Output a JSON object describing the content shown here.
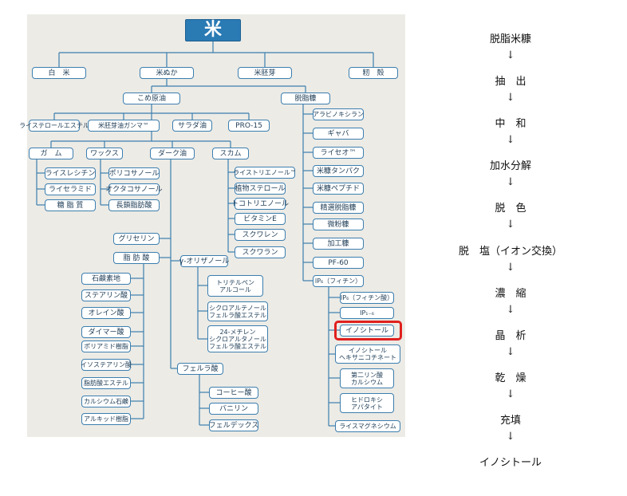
{
  "tree": {
    "root": "米",
    "nodes": {
      "hakumai": "白　米",
      "komenuka": "米ぬか",
      "haiga": "米胚芽",
      "momi": "籾　殻",
      "komeabura": "こめ原油",
      "dasshi": "脱脂糠",
      "sterol": "ライステロールエステル",
      "gamma": "米胚芽油ガンマ™",
      "salad": "サラダ油",
      "pro15": "PRO-15",
      "gum": "ガ　ム",
      "wax": "ワックス",
      "darkoil": "ダーク油",
      "scum": "スカム",
      "lecithin": "ライスレシチン",
      "ceramide": "ライセラミド",
      "toshishitsu": "糖 脂 質",
      "policosanol": "ポリコサノール",
      "octacosanol": "オクタコサノール",
      "choshaku": "長鎖脂肪酸",
      "tocotrienol_r": "ライストリエノール™",
      "phytosterol": "植物ステロール",
      "tocotrienol": "トコトリエノール",
      "vitamine": "ビタミンE",
      "squalene": "スクワレン",
      "squalane": "スクワラン",
      "glycerin": "グリセリン",
      "fattyacid": "脂 肪 酸",
      "oryzanol": "γ-オリザノール",
      "sekken": "石鹸素地",
      "stearic": "ステアリン酸",
      "oleic": "オレイン酸",
      "dimer": "ダイマー酸",
      "polyamide": "ポリアミド樹脂",
      "isostearic": "イソステアリン酸",
      "ester": "脂肪酸エステル",
      "casoap": "カルシウム石鹸",
      "alkyd": "アルキッド樹脂",
      "triterpene": "トリテルペン\nアルコール",
      "cycloartenol": "シクロアルテノール\nフェルラ酸エステル",
      "methylene": "24-メチレン\nシクロアルタノール\nフェルラ酸エステル",
      "ferulic": "フェルラ酸",
      "coffee": "コーヒー酸",
      "vanillin": "バニリン",
      "ferudex": "フェルデックス",
      "arabinoxylan": "アラビノキシラン",
      "gaba": "ギャバ",
      "riseo": "ライセオ™",
      "protein": "米糠タンパク",
      "peptide": "米糠ペプチド",
      "seisen": "精選脱脂糠",
      "bifun": "微粉糠",
      "kakou": "加工糠",
      "pf60": "PF-60",
      "ip6": "IP₆（フィチン）",
      "ip6acid": "IP₆（フィチン酸）",
      "ip15": "IP₁₋₆",
      "inositol": "イノシトール",
      "hexanicotinate": "イノシトール\nヘキサニコチネート",
      "calcium2": "第二リン酸\nカルシウム",
      "hydroxy": "ヒドロキシ\nアパタイト",
      "magnesium": "ライスマグネシウム"
    }
  },
  "process": {
    "arrow": "↓",
    "steps": [
      "脱脂米糠",
      "抽　出",
      "中　和",
      "加水分解",
      "脱　色",
      "脱　塩（イオン交換）",
      "濃　縮",
      "晶　析",
      "乾　燥",
      "充填",
      "イノシトール"
    ]
  },
  "colors": {
    "node_border": "#3c7eae",
    "root_fill": "#2a7ab4",
    "connector": "#3c7eae",
    "highlight": "#e0201e",
    "panel": "#ecebe6"
  }
}
